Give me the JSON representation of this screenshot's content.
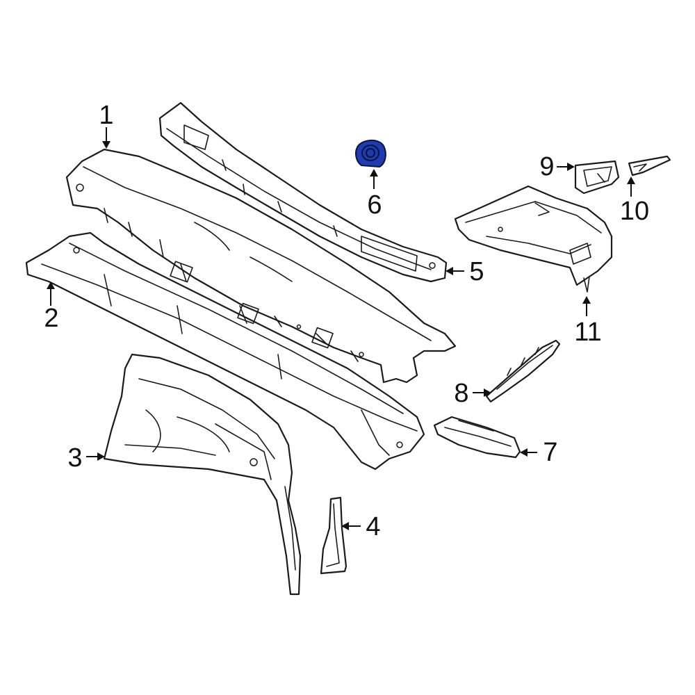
{
  "diagram": {
    "callouts": [
      {
        "id": 1,
        "label": "1"
      },
      {
        "id": 2,
        "label": "2"
      },
      {
        "id": 3,
        "label": "3"
      },
      {
        "id": 4,
        "label": "4"
      },
      {
        "id": 5,
        "label": "5"
      },
      {
        "id": 6,
        "label": "6"
      },
      {
        "id": 7,
        "label": "7"
      },
      {
        "id": 8,
        "label": "8"
      },
      {
        "id": 9,
        "label": "9"
      },
      {
        "id": 10,
        "label": "10"
      },
      {
        "id": 11,
        "label": "11"
      }
    ],
    "highlighted_part": "6",
    "colors": {
      "line": "#1a1a1a",
      "highlight_fill": "#1e3bb0",
      "background": "#ffffff"
    }
  }
}
